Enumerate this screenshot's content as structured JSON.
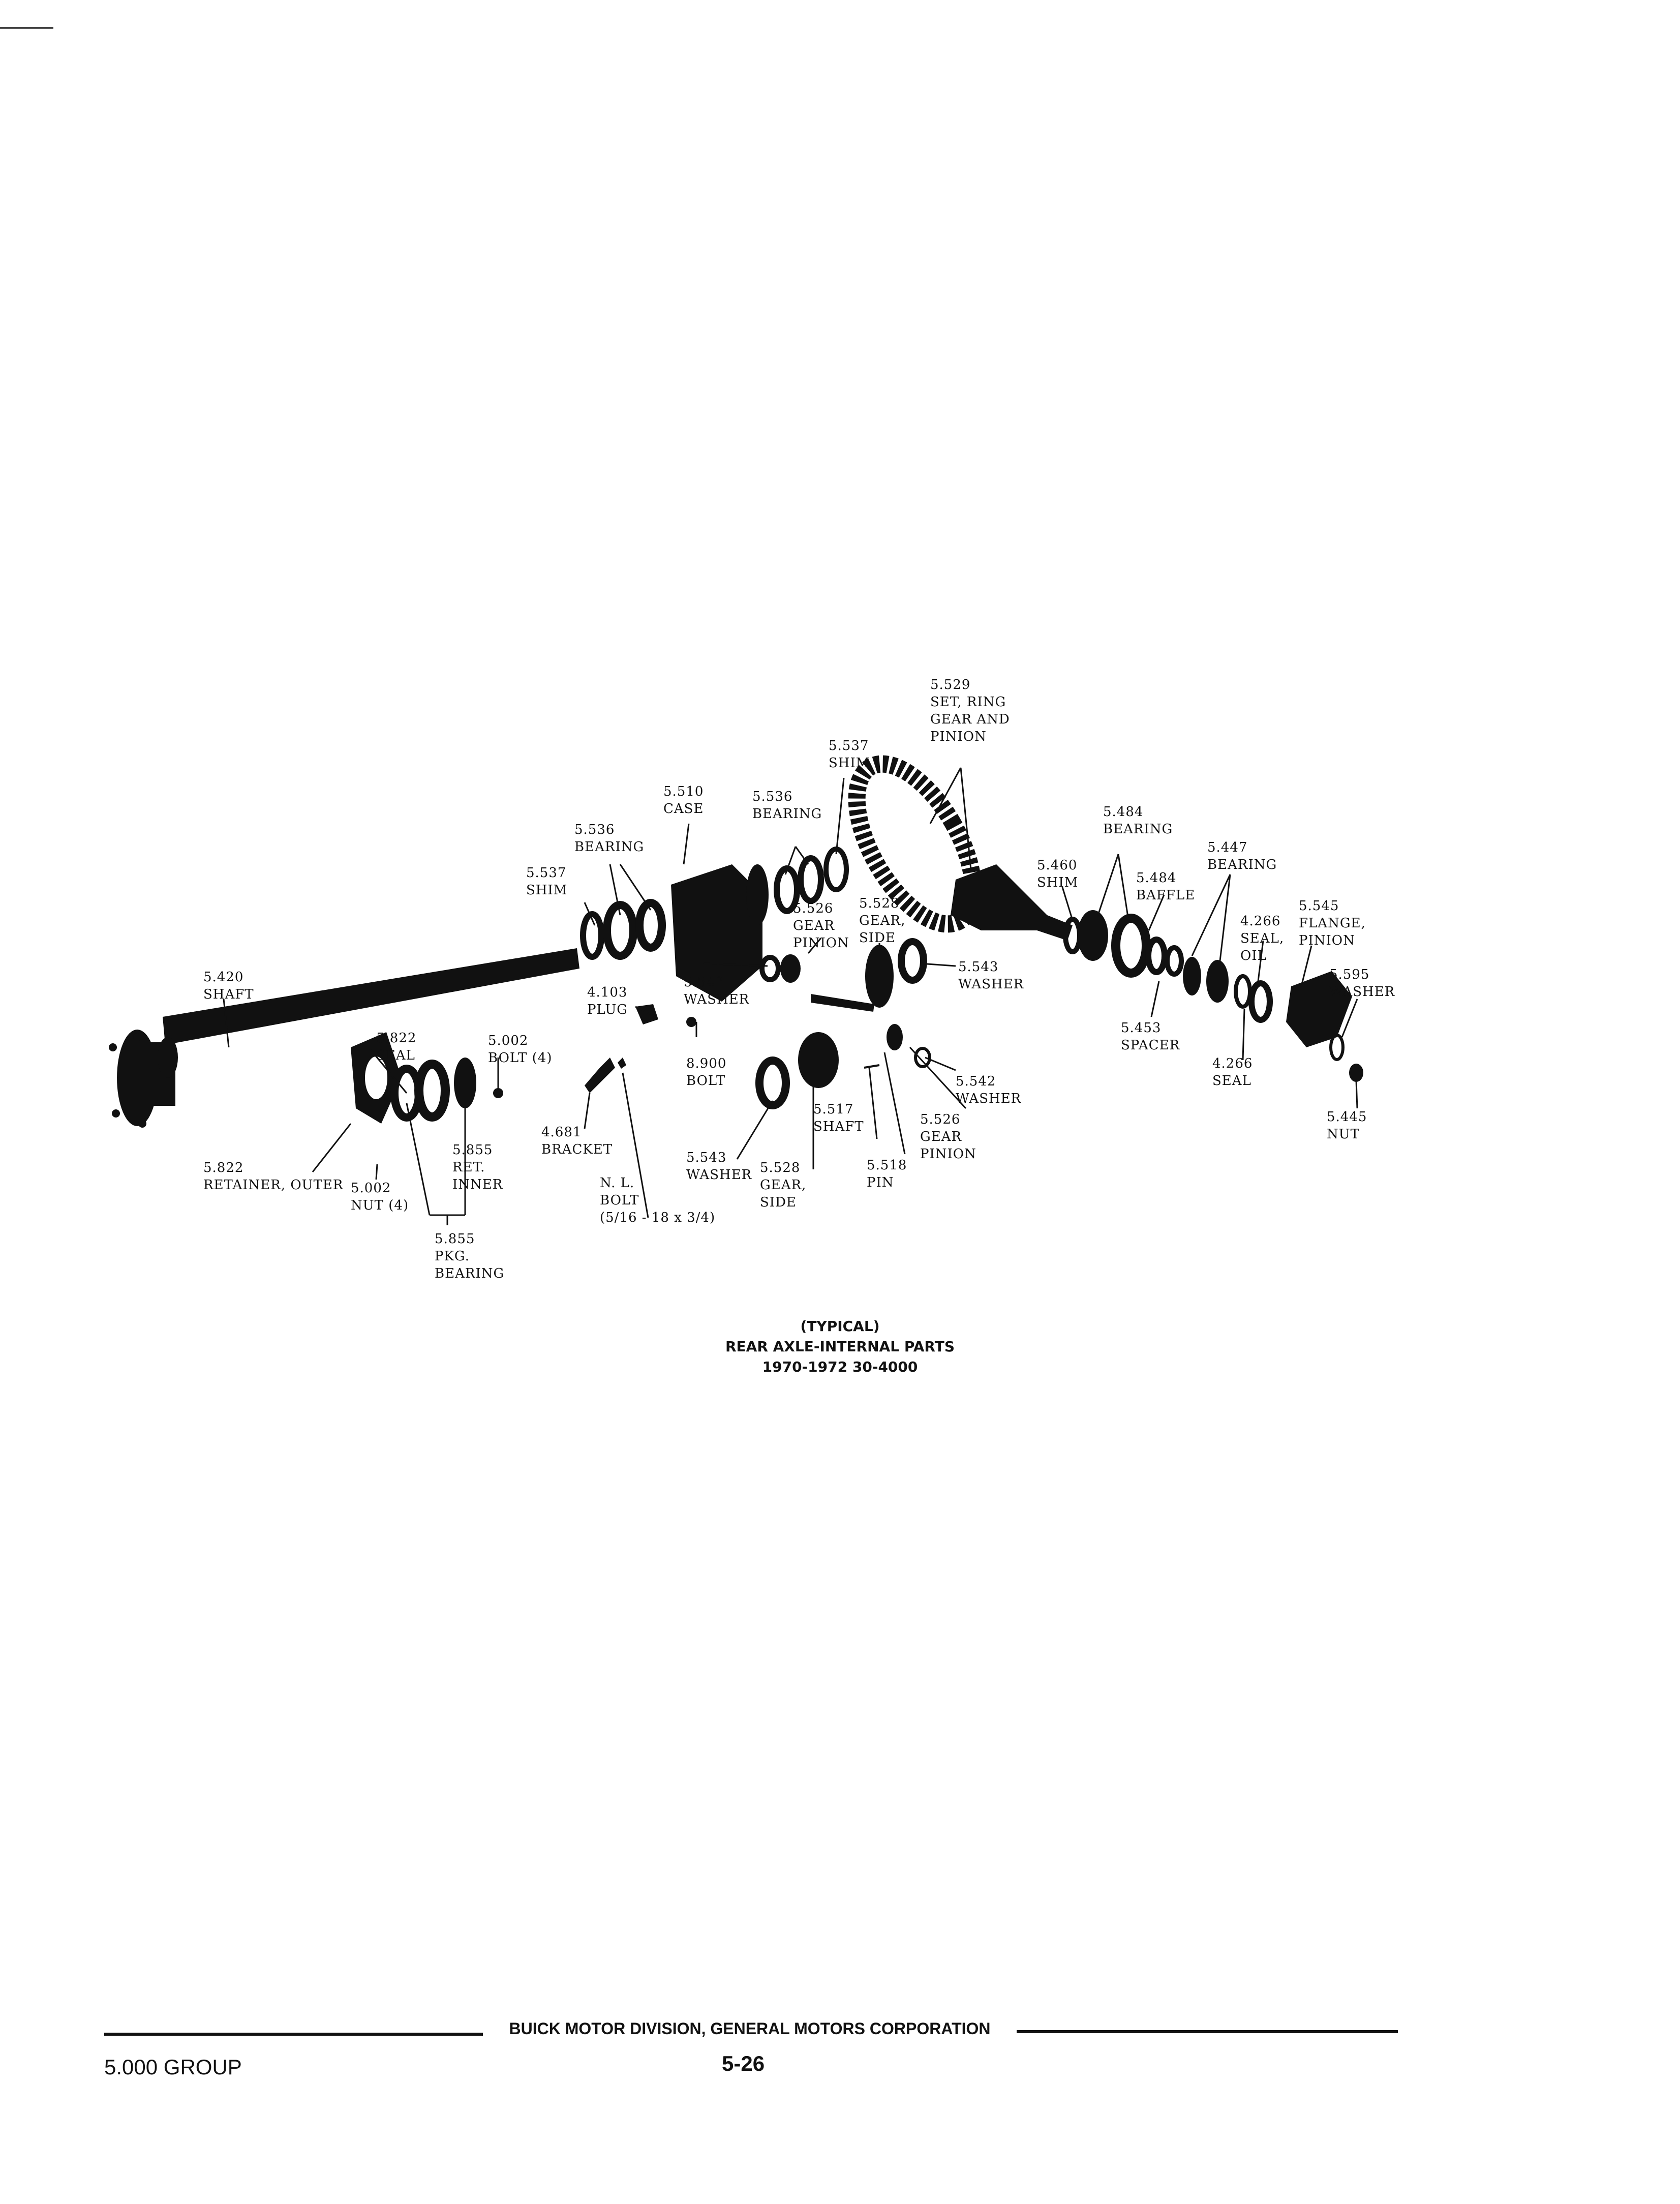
{
  "diagram": {
    "labels": {
      "shaft_5420": "5.420\nSHAFT",
      "seal_5822": "5.822\nSEAL",
      "retainer_5822": "5.822\nRETAINER, OUTER",
      "nut_5002": "5.002\nNUT (4)",
      "bolt_5002": "5.002\nBOLT (4)",
      "ret_inner_5855": "5.855\nRET.\nINNER",
      "pkg_bearing_5855": "5.855\nPKG.\nBEARING",
      "shim_5537_left": "5.537\nSHIM",
      "bearing_5536_left": "5.536\nBEARING",
      "case_5510": "5.510\nCASE",
      "plug_4103": "4.103\nPLUG",
      "bracket_4681": "4.681\nBRACKET",
      "nl_bolt": "N. L.\nBOLT\n(5/16 - 18 x 3/4)",
      "bearing_5536_right": "5.536\nBEARING",
      "shim_5537_top": "5.537\nSHIM",
      "gear_pinion_5526_top": "5.526\nGEAR\nPINION",
      "gear_side_5528_top": "5.528\nGEAR,\nSIDE",
      "washer_5542_left": "5.542\nWASHER",
      "bolt_8900": "8.900\nBOLT",
      "washer_5543_right": "5.543\nWASHER",
      "washer_5543_bottom": "5.543\nWASHER",
      "gear_side_5528_bottom": "5.528\nGEAR,\nSIDE",
      "shaft_5517": "5.517\nSHAFT",
      "pin_5518": "5.518\nPIN",
      "washer_5542_right": "5.542\nWASHER",
      "gear_pinion_5526_bottom": "5.526\nGEAR\nPINION",
      "set_5529": "5.529\nSET, RING\nGEAR AND\nPINION",
      "shim_5460": "5.460\nSHIM",
      "bearing_5484": "5.484\nBEARING",
      "baffle_5484": "5.484\nBAFFLE",
      "spacer_5453": "5.453\nSPACER",
      "bearing_5447": "5.447\nBEARING",
      "seal_oil_4266": "4.266\nSEAL,\nOIL",
      "seal_4266": "4.266\nSEAL",
      "flange_5545": "5.545\nFLANGE,\nPINION",
      "washer_5595": "5.595\nWASHER",
      "nut_5445": "5.445\nNUT"
    },
    "caption": {
      "line1": "(TYPICAL)",
      "line2": "REAR AXLE-INTERNAL PARTS",
      "line3": "1970-1972 30-4000"
    }
  },
  "footer": {
    "publisher": "BUICK MOTOR DIVISION, GENERAL MOTORS CORPORATION",
    "group": "5.000 GROUP",
    "page": "5-26"
  }
}
